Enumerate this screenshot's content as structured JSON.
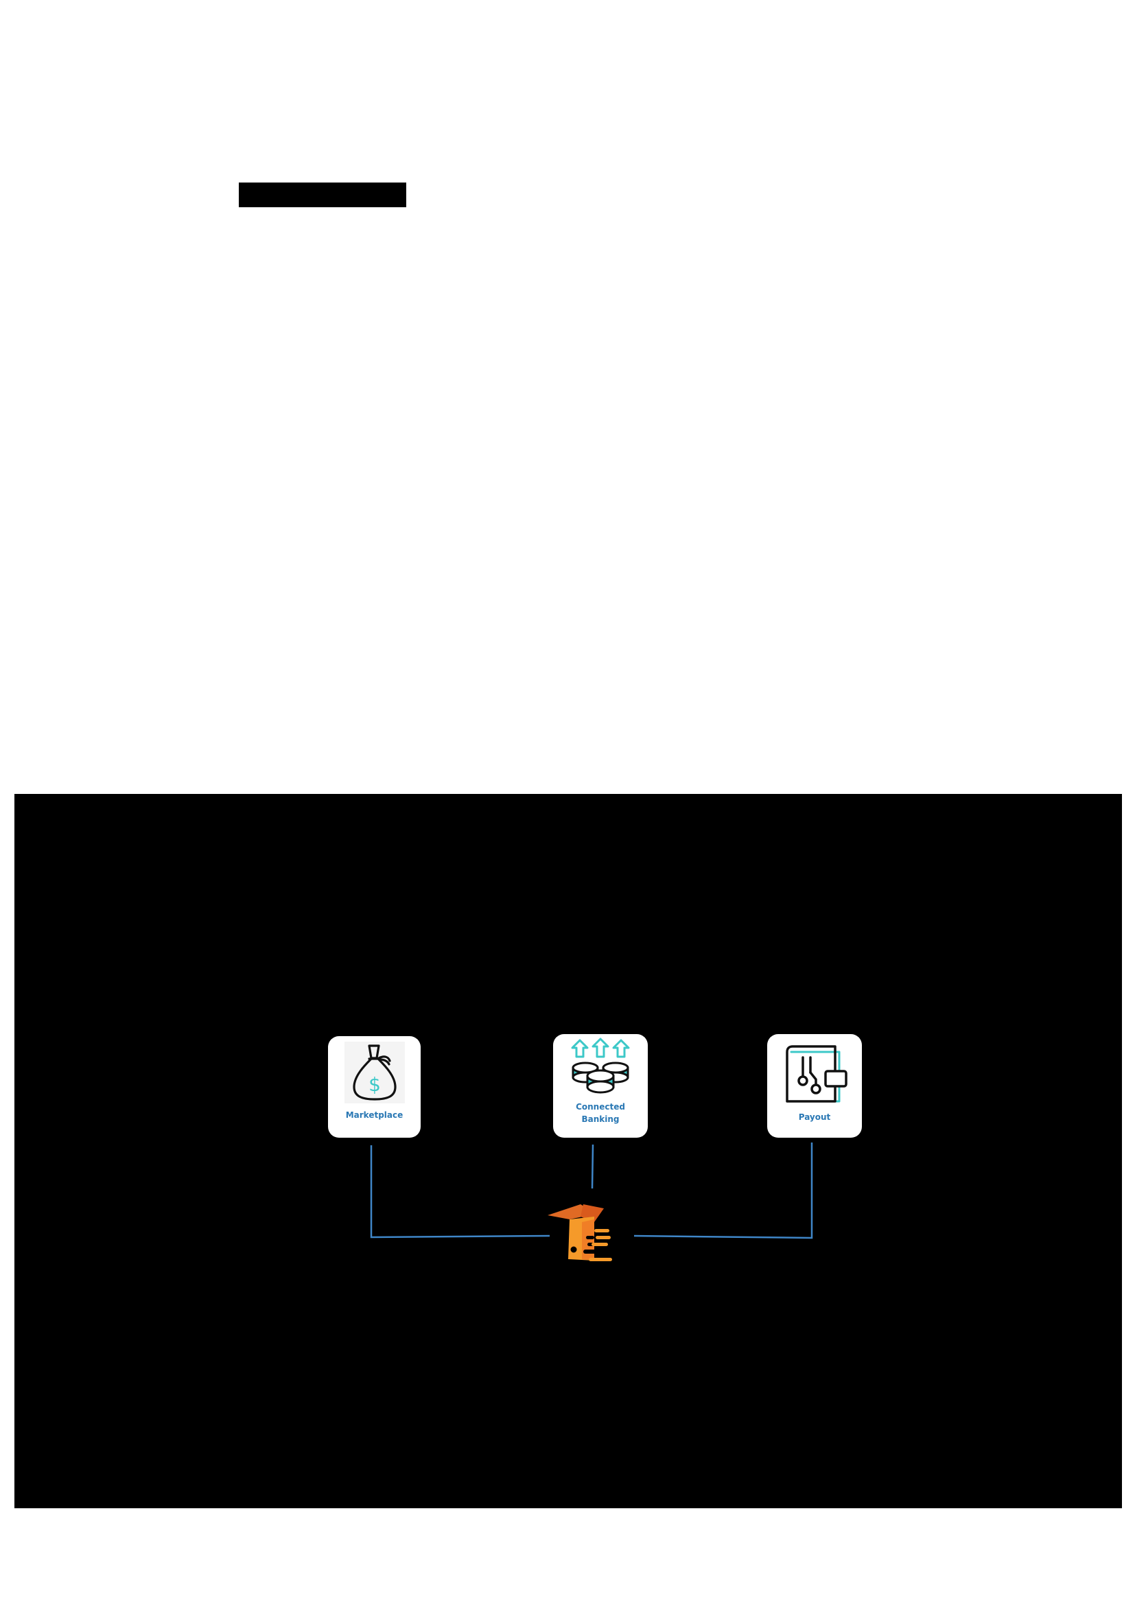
{
  "diagram": {
    "nodes": [
      {
        "id": "marketplace",
        "label": "Marketplace",
        "icon": "money-bag-icon"
      },
      {
        "id": "connected-banking",
        "label": "Connected\nBanking",
        "icon": "coins-upload-icon"
      },
      {
        "id": "payout",
        "label": "Payout",
        "icon": "wallet-icon"
      }
    ],
    "hub": {
      "icon": "brand-logo-icon"
    },
    "colors": {
      "panel_background": "#000000",
      "card_background": "#ffffff",
      "label_text": "#2a78b4",
      "connector": "#3f86c8",
      "accent": "#3cc8c8",
      "logo_orange": "#f59a2a",
      "logo_orange_dark": "#e06a24"
    }
  }
}
